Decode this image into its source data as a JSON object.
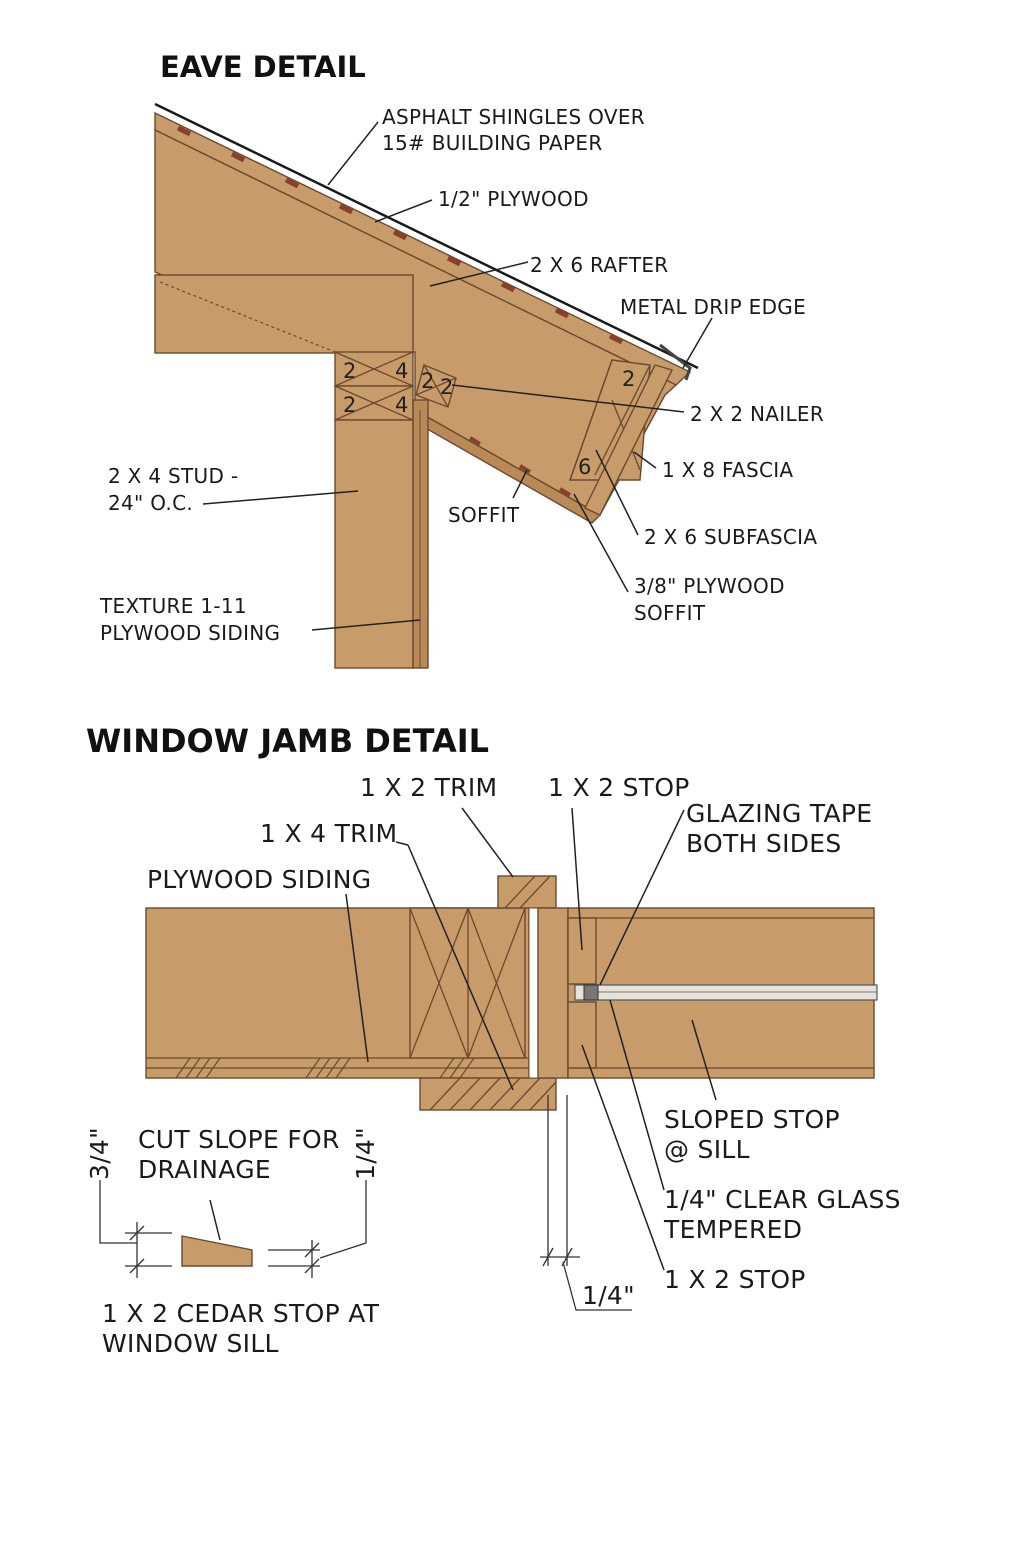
{
  "eave": {
    "title": "EAVE DETAIL",
    "labels": {
      "shingles_1": "ASPHALT SHINGLES OVER",
      "shingles_2": "15# BUILDING PAPER",
      "plywood": "1/2\" PLYWOOD",
      "rafter": "2 X 6 RAFTER",
      "drip_edge": "METAL DRIP EDGE",
      "nailer": "2 X 2 NAILER",
      "fascia": "1 X 8 FASCIA",
      "subfascia": "2 X 6 SUBFASCIA",
      "soffit_ply_1": "3/8\" PLYWOOD",
      "soffit_ply_2": "SOFFIT",
      "soffit": "SOFFIT",
      "stud_1": "2 X 4 STUD -",
      "stud_2": "24\" O.C.",
      "siding_1": "TEXTURE 1-11",
      "siding_2": "PLYWOOD SIDING"
    },
    "member_numbers": {
      "plate_top_a": "2",
      "plate_top_b": "4",
      "plate_bot_a": "2",
      "plate_bot_b": "4",
      "nailer_a": "2",
      "nailer_b": "2",
      "subfascia_top": "2",
      "subfascia_bot": "6"
    }
  },
  "window_jamb": {
    "title": "WINDOW JAMB DETAIL",
    "labels": {
      "trim_1x2": "1 X 2 TRIM",
      "stop_top": "1 X 2 STOP",
      "glazing_1": "GLAZING TAPE",
      "glazing_2": "BOTH SIDES",
      "trim_1x4": "1 X 4 TRIM",
      "plywood_siding": "PLYWOOD SIDING",
      "sloped_1": "SLOPED STOP",
      "sloped_2": "@ SILL",
      "glass_1": "1/4\" CLEAR GLASS",
      "glass_2": "TEMPERED",
      "stop_bottom": "1 X 2 STOP",
      "dim_quarter": "1/4\""
    }
  },
  "sill_stop": {
    "label_1": "CUT SLOPE FOR",
    "label_2": "DRAINAGE",
    "dim_left": "3/4\"",
    "dim_right": "1/4\"",
    "caption_1": "1 X 2 CEDAR STOP AT",
    "caption_2": "WINDOW SILL"
  },
  "colors": {
    "wood": "#c89b6a",
    "wood_outline": "#6b4a2e",
    "shingle": "#8a3f2a"
  }
}
